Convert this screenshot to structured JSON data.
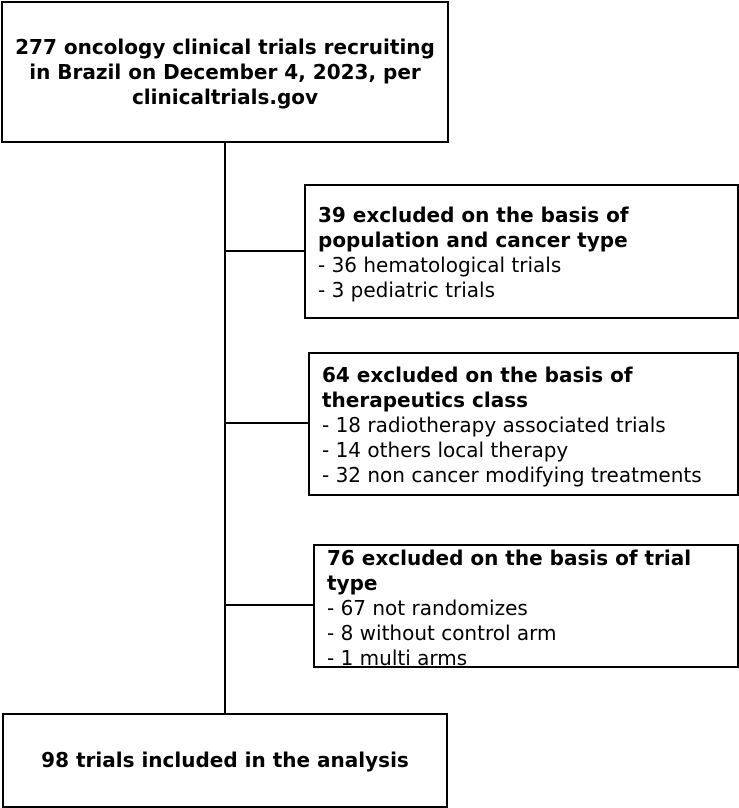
{
  "flowchart": {
    "start": {
      "line1": "277 oncology clinical trials recruiting",
      "line2": "in Brazil on December 4, 2023, per",
      "line3": "clinicaltrials.gov"
    },
    "exclusions": [
      {
        "head_lines": [
          "39 excluded on the basis of",
          "population and cancer type"
        ],
        "items": [
          "- 36 hematological trials",
          "- 3 pediatric trials"
        ]
      },
      {
        "head_lines": [
          "64 excluded on the basis of",
          "therapeutics class"
        ],
        "items": [
          "- 18 radiotherapy associated trials",
          "- 14 others local therapy",
          "- 32 non cancer modifying treatments"
        ]
      },
      {
        "head_lines": [
          "76 excluded on the basis of trial",
          "type"
        ],
        "items": [
          "- 67 not randomizes",
          "- 8 without control arm",
          "- 1 multi arms"
        ]
      }
    ],
    "result": {
      "label": "98 trials included in the analysis"
    }
  }
}
